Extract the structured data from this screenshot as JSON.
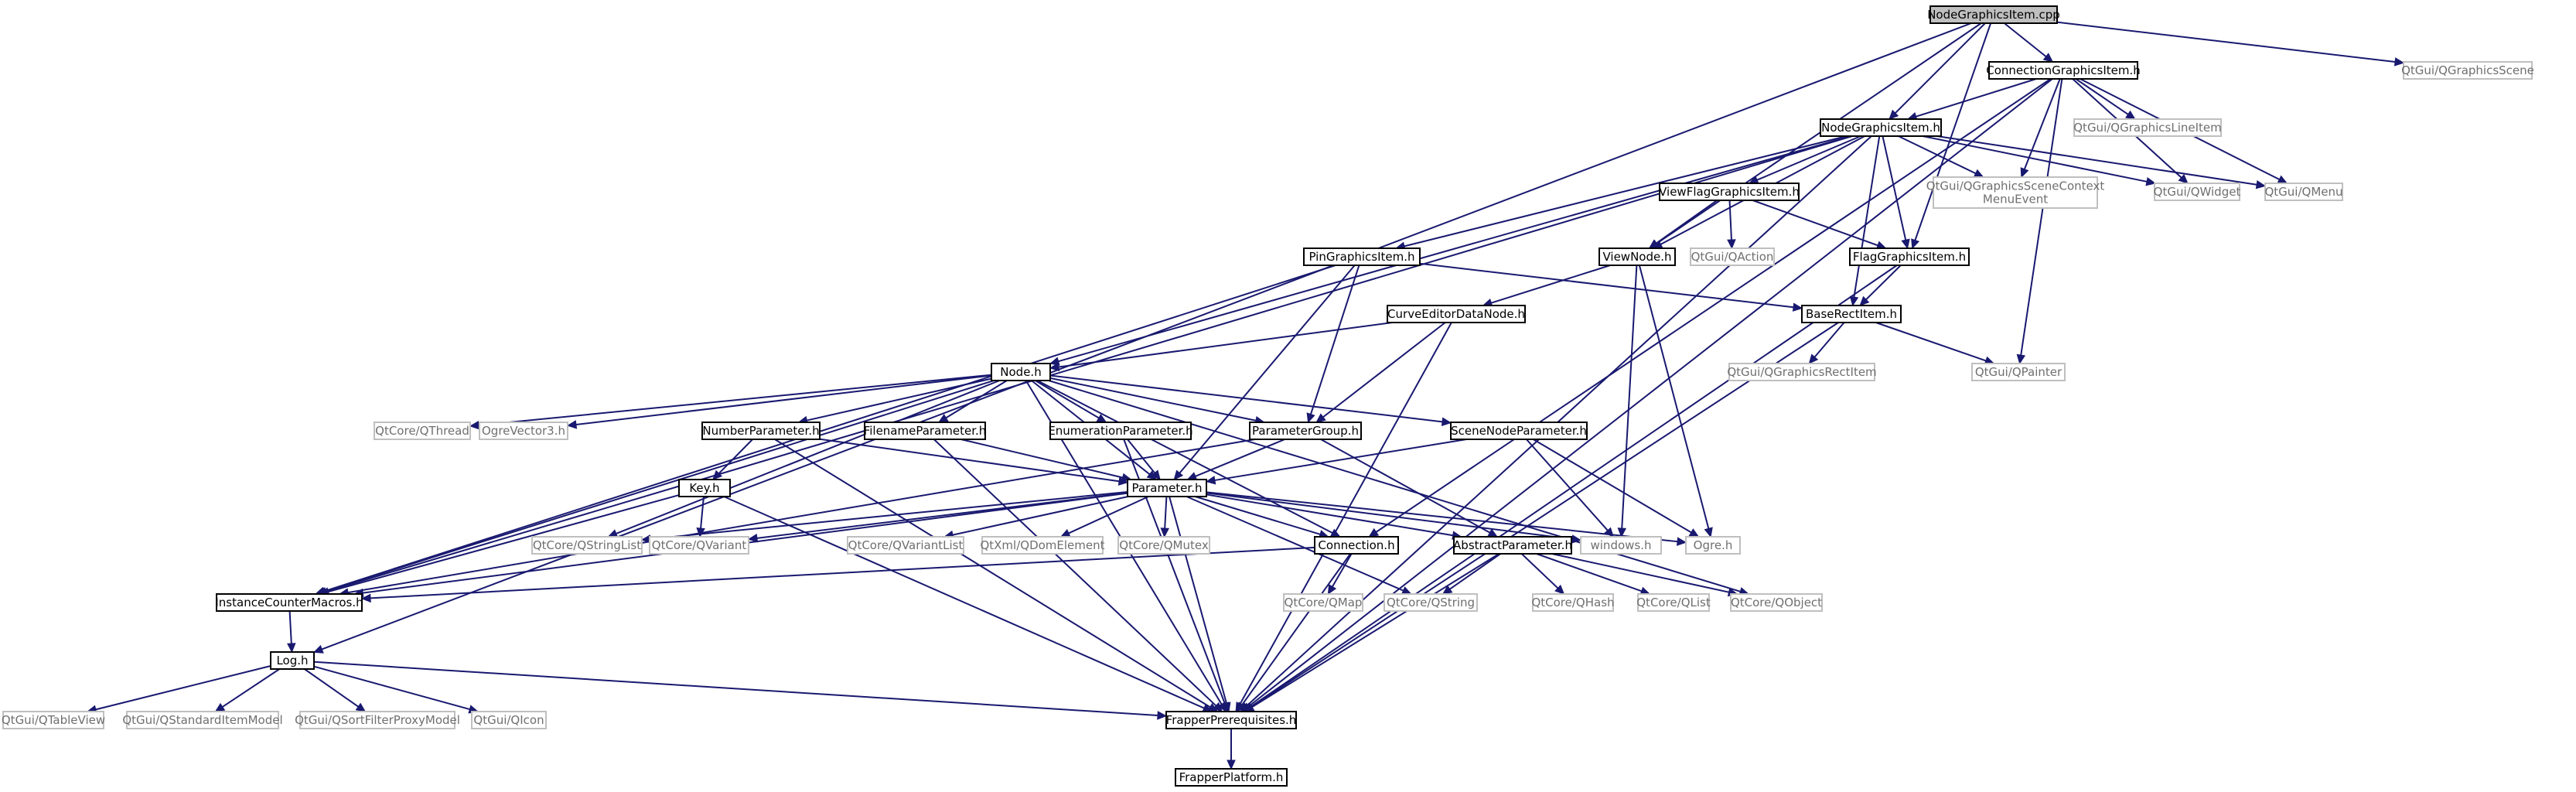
{
  "diagram": {
    "title": "",
    "colors": {
      "edge": "#191970",
      "internal_border": "#000000",
      "external_border": "#bfbfbf",
      "external_text": "#6f6f6f",
      "root_fill": "#bfbfbf",
      "background": "#ffffff"
    },
    "nodes": [
      {
        "id": "NodeGraphicsItem.cpp",
        "label": "NodeGraphicsItem.cpp",
        "kind": "root"
      },
      {
        "id": "ConnectionGraphicsItem.h",
        "label": "ConnectionGraphicsItem.h",
        "kind": "internal"
      },
      {
        "id": "QGraphicsScene",
        "label": "QtGui/QGraphicsScene",
        "kind": "external"
      },
      {
        "id": "NodeGraphicsItem.h",
        "label": "NodeGraphicsItem.h",
        "kind": "internal"
      },
      {
        "id": "QGraphicsLineItem",
        "label": "QtGui/QGraphicsLineItem",
        "kind": "external"
      },
      {
        "id": "QGraphicsSceneContextMenuEvent",
        "label": "QtGui/QGraphicsSceneContext\nMenuEvent",
        "kind": "external"
      },
      {
        "id": "QWidget",
        "label": "QtGui/QWidget",
        "kind": "external"
      },
      {
        "id": "QMenu",
        "label": "QtGui/QMenu",
        "kind": "external"
      },
      {
        "id": "ViewFlagGraphicsItem.h",
        "label": "ViewFlagGraphicsItem.h",
        "kind": "internal"
      },
      {
        "id": "PinGraphicsItem.h",
        "label": "PinGraphicsItem.h",
        "kind": "internal"
      },
      {
        "id": "ViewNode.h",
        "label": "ViewNode.h",
        "kind": "internal"
      },
      {
        "id": "QAction",
        "label": "QtGui/QAction",
        "kind": "external"
      },
      {
        "id": "FlagGraphicsItem.h",
        "label": "FlagGraphicsItem.h",
        "kind": "internal"
      },
      {
        "id": "CurveEditorDataNode.h",
        "label": "CurveEditorDataNode.h",
        "kind": "internal"
      },
      {
        "id": "BaseRectItem.h",
        "label": "BaseRectItem.h",
        "kind": "internal"
      },
      {
        "id": "QGraphicsRectItem",
        "label": "QtGui/QGraphicsRectItem",
        "kind": "external"
      },
      {
        "id": "QPainter",
        "label": "QtGui/QPainter",
        "kind": "external"
      },
      {
        "id": "Node.h",
        "label": "Node.h",
        "kind": "internal"
      },
      {
        "id": "QThread",
        "label": "QtCore/QThread",
        "kind": "external"
      },
      {
        "id": "OgreVector3.h",
        "label": "OgreVector3.h",
        "kind": "external"
      },
      {
        "id": "NumberParameter.h",
        "label": "NumberParameter.h",
        "kind": "internal"
      },
      {
        "id": "FilenameParameter.h",
        "label": "FilenameParameter.h",
        "kind": "internal"
      },
      {
        "id": "EnumerationParameter.h",
        "label": "EnumerationParameter.h",
        "kind": "internal"
      },
      {
        "id": "ParameterGroup.h",
        "label": "ParameterGroup.h",
        "kind": "internal"
      },
      {
        "id": "SceneNodeParameter.h",
        "label": "SceneNodeParameter.h",
        "kind": "internal"
      },
      {
        "id": "Key.h",
        "label": "Key.h",
        "kind": "internal"
      },
      {
        "id": "Parameter.h",
        "label": "Parameter.h",
        "kind": "internal"
      },
      {
        "id": "QStringList",
        "label": "QtCore/QStringList",
        "kind": "external"
      },
      {
        "id": "QVariant",
        "label": "QtCore/QVariant",
        "kind": "external"
      },
      {
        "id": "QVariantList",
        "label": "QtCore/QVariantList",
        "kind": "external"
      },
      {
        "id": "QDomElement",
        "label": "QtXml/QDomElement",
        "kind": "external"
      },
      {
        "id": "QMutex",
        "label": "QtCore/QMutex",
        "kind": "external"
      },
      {
        "id": "Connection.h",
        "label": "Connection.h",
        "kind": "internal"
      },
      {
        "id": "AbstractParameter.h",
        "label": "AbstractParameter.h",
        "kind": "internal"
      },
      {
        "id": "windows.h",
        "label": "windows.h",
        "kind": "external"
      },
      {
        "id": "Ogre.h",
        "label": "Ogre.h",
        "kind": "external"
      },
      {
        "id": "InstanceCounterMacros.h",
        "label": "InstanceCounterMacros.h",
        "kind": "internal"
      },
      {
        "id": "QMap",
        "label": "QtCore/QMap",
        "kind": "external"
      },
      {
        "id": "QString",
        "label": "QtCore/QString",
        "kind": "external"
      },
      {
        "id": "QHash",
        "label": "QtCore/QHash",
        "kind": "external"
      },
      {
        "id": "QList",
        "label": "QtCore/QList",
        "kind": "external"
      },
      {
        "id": "QObject",
        "label": "QtCore/QObject",
        "kind": "external"
      },
      {
        "id": "Log.h",
        "label": "Log.h",
        "kind": "internal"
      },
      {
        "id": "QTableView",
        "label": "QtGui/QTableView",
        "kind": "external"
      },
      {
        "id": "QStandardItemModel",
        "label": "QtGui/QStandardItemModel",
        "kind": "external"
      },
      {
        "id": "QSortFilterProxyModel",
        "label": "QtGui/QSortFilterProxyModel",
        "kind": "external"
      },
      {
        "id": "QIcon",
        "label": "QtGui/QIcon",
        "kind": "external"
      },
      {
        "id": "FrapperPrerequisites.h",
        "label": "FrapperPrerequisites.h",
        "kind": "internal"
      },
      {
        "id": "FrapperPlatform.h",
        "label": "FrapperPlatform.h",
        "kind": "internal"
      }
    ],
    "edges": [
      [
        "NodeGraphicsItem.cpp",
        "ConnectionGraphicsItem.h"
      ],
      [
        "NodeGraphicsItem.cpp",
        "NodeGraphicsItem.h"
      ],
      [
        "NodeGraphicsItem.cpp",
        "QGraphicsScene"
      ],
      [
        "NodeGraphicsItem.cpp",
        "ViewNode.h"
      ],
      [
        "NodeGraphicsItem.cpp",
        "FlagGraphicsItem.h"
      ],
      [
        "NodeGraphicsItem.cpp",
        "Log.h"
      ],
      [
        "ConnectionGraphicsItem.h",
        "NodeGraphicsItem.h"
      ],
      [
        "ConnectionGraphicsItem.h",
        "QGraphicsLineItem"
      ],
      [
        "ConnectionGraphicsItem.h",
        "QGraphicsSceneContextMenuEvent"
      ],
      [
        "ConnectionGraphicsItem.h",
        "QWidget"
      ],
      [
        "ConnectionGraphicsItem.h",
        "QMenu"
      ],
      [
        "ConnectionGraphicsItem.h",
        "QPainter"
      ],
      [
        "ConnectionGraphicsItem.h",
        "Connection.h"
      ],
      [
        "ConnectionGraphicsItem.h",
        "FrapperPrerequisites.h"
      ],
      [
        "NodeGraphicsItem.h",
        "QGraphicsSceneContextMenuEvent"
      ],
      [
        "NodeGraphicsItem.h",
        "QWidget"
      ],
      [
        "NodeGraphicsItem.h",
        "QMenu"
      ],
      [
        "NodeGraphicsItem.h",
        "ViewFlagGraphicsItem.h"
      ],
      [
        "NodeGraphicsItem.h",
        "PinGraphicsItem.h"
      ],
      [
        "NodeGraphicsItem.h",
        "ViewNode.h"
      ],
      [
        "NodeGraphicsItem.h",
        "FlagGraphicsItem.h"
      ],
      [
        "NodeGraphicsItem.h",
        "BaseRectItem.h"
      ],
      [
        "NodeGraphicsItem.h",
        "Node.h"
      ],
      [
        "NodeGraphicsItem.h",
        "InstanceCounterMacros.h"
      ],
      [
        "NodeGraphicsItem.h",
        "FrapperPrerequisites.h"
      ],
      [
        "ViewFlagGraphicsItem.h",
        "ViewNode.h"
      ],
      [
        "ViewFlagGraphicsItem.h",
        "QAction"
      ],
      [
        "ViewFlagGraphicsItem.h",
        "FlagGraphicsItem.h"
      ],
      [
        "PinGraphicsItem.h",
        "BaseRectItem.h"
      ],
      [
        "PinGraphicsItem.h",
        "ParameterGroup.h"
      ],
      [
        "PinGraphicsItem.h",
        "Parameter.h"
      ],
      [
        "PinGraphicsItem.h",
        "InstanceCounterMacros.h"
      ],
      [
        "ViewNode.h",
        "CurveEditorDataNode.h"
      ],
      [
        "ViewNode.h",
        "windows.h"
      ],
      [
        "ViewNode.h",
        "Ogre.h"
      ],
      [
        "FlagGraphicsItem.h",
        "BaseRectItem.h"
      ],
      [
        "FlagGraphicsItem.h",
        "FrapperPrerequisites.h"
      ],
      [
        "CurveEditorDataNode.h",
        "Node.h"
      ],
      [
        "CurveEditorDataNode.h",
        "ParameterGroup.h"
      ],
      [
        "CurveEditorDataNode.h",
        "FrapperPrerequisites.h"
      ],
      [
        "BaseRectItem.h",
        "QGraphicsRectItem"
      ],
      [
        "BaseRectItem.h",
        "QPainter"
      ],
      [
        "BaseRectItem.h",
        "FrapperPrerequisites.h"
      ],
      [
        "Node.h",
        "QThread"
      ],
      [
        "Node.h",
        "OgreVector3.h"
      ],
      [
        "Node.h",
        "NumberParameter.h"
      ],
      [
        "Node.h",
        "FilenameParameter.h"
      ],
      [
        "Node.h",
        "EnumerationParameter.h"
      ],
      [
        "Node.h",
        "ParameterGroup.h"
      ],
      [
        "Node.h",
        "SceneNodeParameter.h"
      ],
      [
        "Node.h",
        "Parameter.h"
      ],
      [
        "Node.h",
        "Connection.h"
      ],
      [
        "Node.h",
        "QStringList"
      ],
      [
        "Node.h",
        "InstanceCounterMacros.h"
      ],
      [
        "Node.h",
        "FrapperPrerequisites.h"
      ],
      [
        "Node.h",
        "QObject"
      ],
      [
        "NumberParameter.h",
        "Key.h"
      ],
      [
        "NumberParameter.h",
        "Parameter.h"
      ],
      [
        "NumberParameter.h",
        "FrapperPrerequisites.h"
      ],
      [
        "FilenameParameter.h",
        "Parameter.h"
      ],
      [
        "FilenameParameter.h",
        "FrapperPrerequisites.h"
      ],
      [
        "EnumerationParameter.h",
        "Parameter.h"
      ],
      [
        "EnumerationParameter.h",
        "FrapperPrerequisites.h"
      ],
      [
        "ParameterGroup.h",
        "Parameter.h"
      ],
      [
        "ParameterGroup.h",
        "AbstractParameter.h"
      ],
      [
        "ParameterGroup.h",
        "InstanceCounterMacros.h"
      ],
      [
        "SceneNodeParameter.h",
        "Parameter.h"
      ],
      [
        "SceneNodeParameter.h",
        "windows.h"
      ],
      [
        "SceneNodeParameter.h",
        "Ogre.h"
      ],
      [
        "Key.h",
        "QVariant"
      ],
      [
        "Key.h",
        "InstanceCounterMacros.h"
      ],
      [
        "Key.h",
        "FrapperPrerequisites.h"
      ],
      [
        "Parameter.h",
        "QStringList"
      ],
      [
        "Parameter.h",
        "QVariant"
      ],
      [
        "Parameter.h",
        "QVariantList"
      ],
      [
        "Parameter.h",
        "QDomElement"
      ],
      [
        "Parameter.h",
        "QMutex"
      ],
      [
        "Parameter.h",
        "Connection.h"
      ],
      [
        "Parameter.h",
        "AbstractParameter.h"
      ],
      [
        "Parameter.h",
        "windows.h"
      ],
      [
        "Parameter.h",
        "Ogre.h"
      ],
      [
        "Parameter.h",
        "QString"
      ],
      [
        "Parameter.h",
        "InstanceCounterMacros.h"
      ],
      [
        "Parameter.h",
        "FrapperPrerequisites.h"
      ],
      [
        "Connection.h",
        "QMap"
      ],
      [
        "Connection.h",
        "InstanceCounterMacros.h"
      ],
      [
        "Connection.h",
        "FrapperPrerequisites.h"
      ],
      [
        "AbstractParameter.h",
        "QString"
      ],
      [
        "AbstractParameter.h",
        "QHash"
      ],
      [
        "AbstractParameter.h",
        "QList"
      ],
      [
        "AbstractParameter.h",
        "QObject"
      ],
      [
        "AbstractParameter.h",
        "FrapperPrerequisites.h"
      ],
      [
        "InstanceCounterMacros.h",
        "Log.h"
      ],
      [
        "Log.h",
        "QTableView"
      ],
      [
        "Log.h",
        "QStandardItemModel"
      ],
      [
        "Log.h",
        "QSortFilterProxyModel"
      ],
      [
        "Log.h",
        "QIcon"
      ],
      [
        "Log.h",
        "FrapperPrerequisites.h"
      ],
      [
        "FrapperPrerequisites.h",
        "FrapperPlatform.h"
      ]
    ]
  }
}
